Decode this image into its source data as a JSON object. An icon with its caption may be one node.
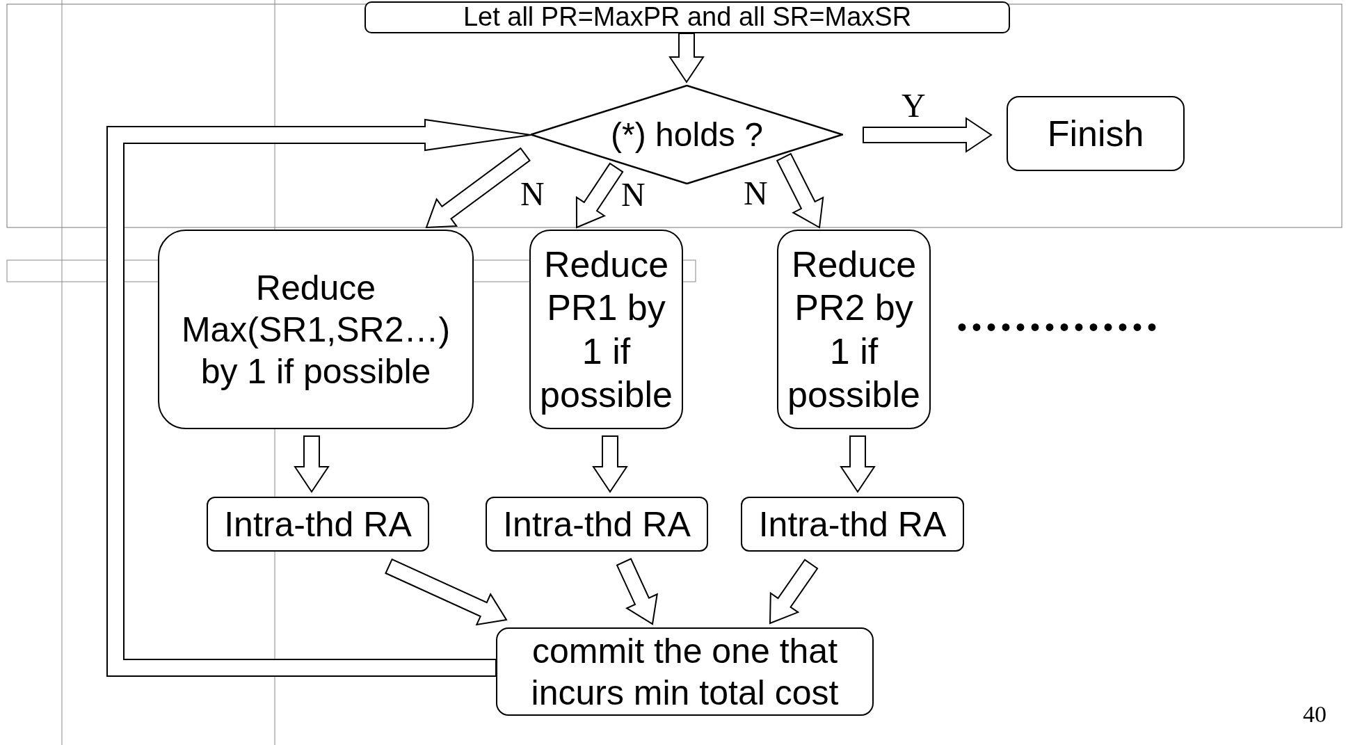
{
  "diagram": {
    "nodes": [
      {
        "text": [
          "Let all PR=MaxPR and all SR=MaxSR"
        ]
      },
      {
        "text": [
          "(*) holds ?"
        ]
      },
      {
        "text": [
          "Finish"
        ]
      },
      {
        "text": [
          "Reduce Max(SR1,SR2…) by 1 if possible"
        ]
      },
      {
        "text": [
          "Reduce PR1 by 1 if possible"
        ]
      },
      {
        "text": [
          "Reduce PR2 by 1 if possible"
        ]
      },
      {
        "text": [
          "Intra-thd RA"
        ]
      },
      {
        "text": [
          "Intra-thd RA"
        ]
      },
      {
        "text": [
          "Intra-thd RA"
        ]
      },
      {
        "text": [
          "commit the one that incurs min total cost"
        ]
      }
    ],
    "edges": [
      {
        "from": 0,
        "to": 1,
        "arrow": "to"
      },
      {
        "from": 1,
        "to": 2,
        "arrow": "to",
        "label": "Y"
      },
      {
        "from": 1,
        "to": 3,
        "arrow": "to",
        "label": "N"
      },
      {
        "from": 1,
        "to": 4,
        "arrow": "to",
        "label": "N"
      },
      {
        "from": 1,
        "to": 5,
        "arrow": "to",
        "label": "N"
      },
      {
        "from": 3,
        "to": 6,
        "arrow": "to"
      },
      {
        "from": 4,
        "to": 7,
        "arrow": "to"
      },
      {
        "from": 5,
        "to": 8,
        "arrow": "to"
      },
      {
        "from": 6,
        "to": 9,
        "arrow": "to"
      },
      {
        "from": 7,
        "to": 9,
        "arrow": "to"
      },
      {
        "from": 8,
        "to": 9,
        "arrow": "to"
      },
      {
        "from": 9,
        "to": 1,
        "arrow": "to"
      }
    ],
    "labels": [
      "••••••••••••••",
      "40"
    ]
  }
}
